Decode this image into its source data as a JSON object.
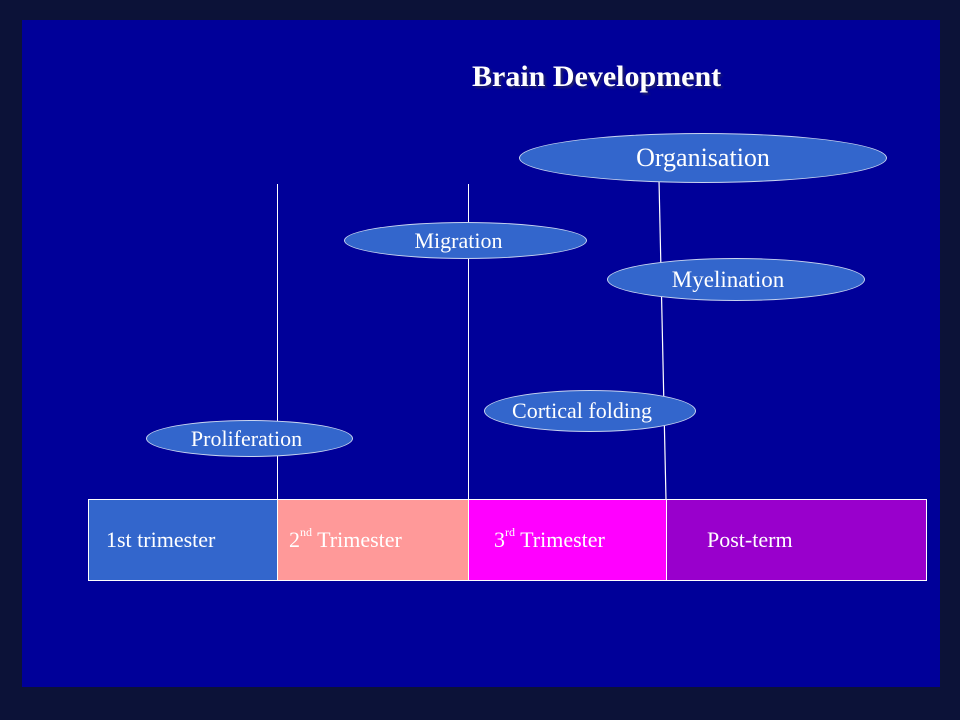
{
  "title": "Brain Development",
  "processes": {
    "organisation": "Organisation",
    "migration": "Migration",
    "myelination": "Myelination",
    "cortical_folding": "Cortical folding",
    "proliferation": "Proliferation"
  },
  "timeline": [
    {
      "label": "1st trimester",
      "ordinal": "",
      "sup": "",
      "rest": "",
      "color": "#3366cc"
    },
    {
      "label": "",
      "ordinal": "2",
      "sup": "nd",
      "rest": " Trimester",
      "color": "#ff9999"
    },
    {
      "label": "",
      "ordinal": "3",
      "sup": "rd",
      "rest": " Trimester",
      "color": "#ff00ff"
    },
    {
      "label": "Post-term",
      "ordinal": "",
      "sup": "",
      "rest": "",
      "color": "#9900cc"
    }
  ],
  "colors": {
    "slide_background": "#000099",
    "ellipse_fill": "#3366cc",
    "text": "#ffffff"
  }
}
